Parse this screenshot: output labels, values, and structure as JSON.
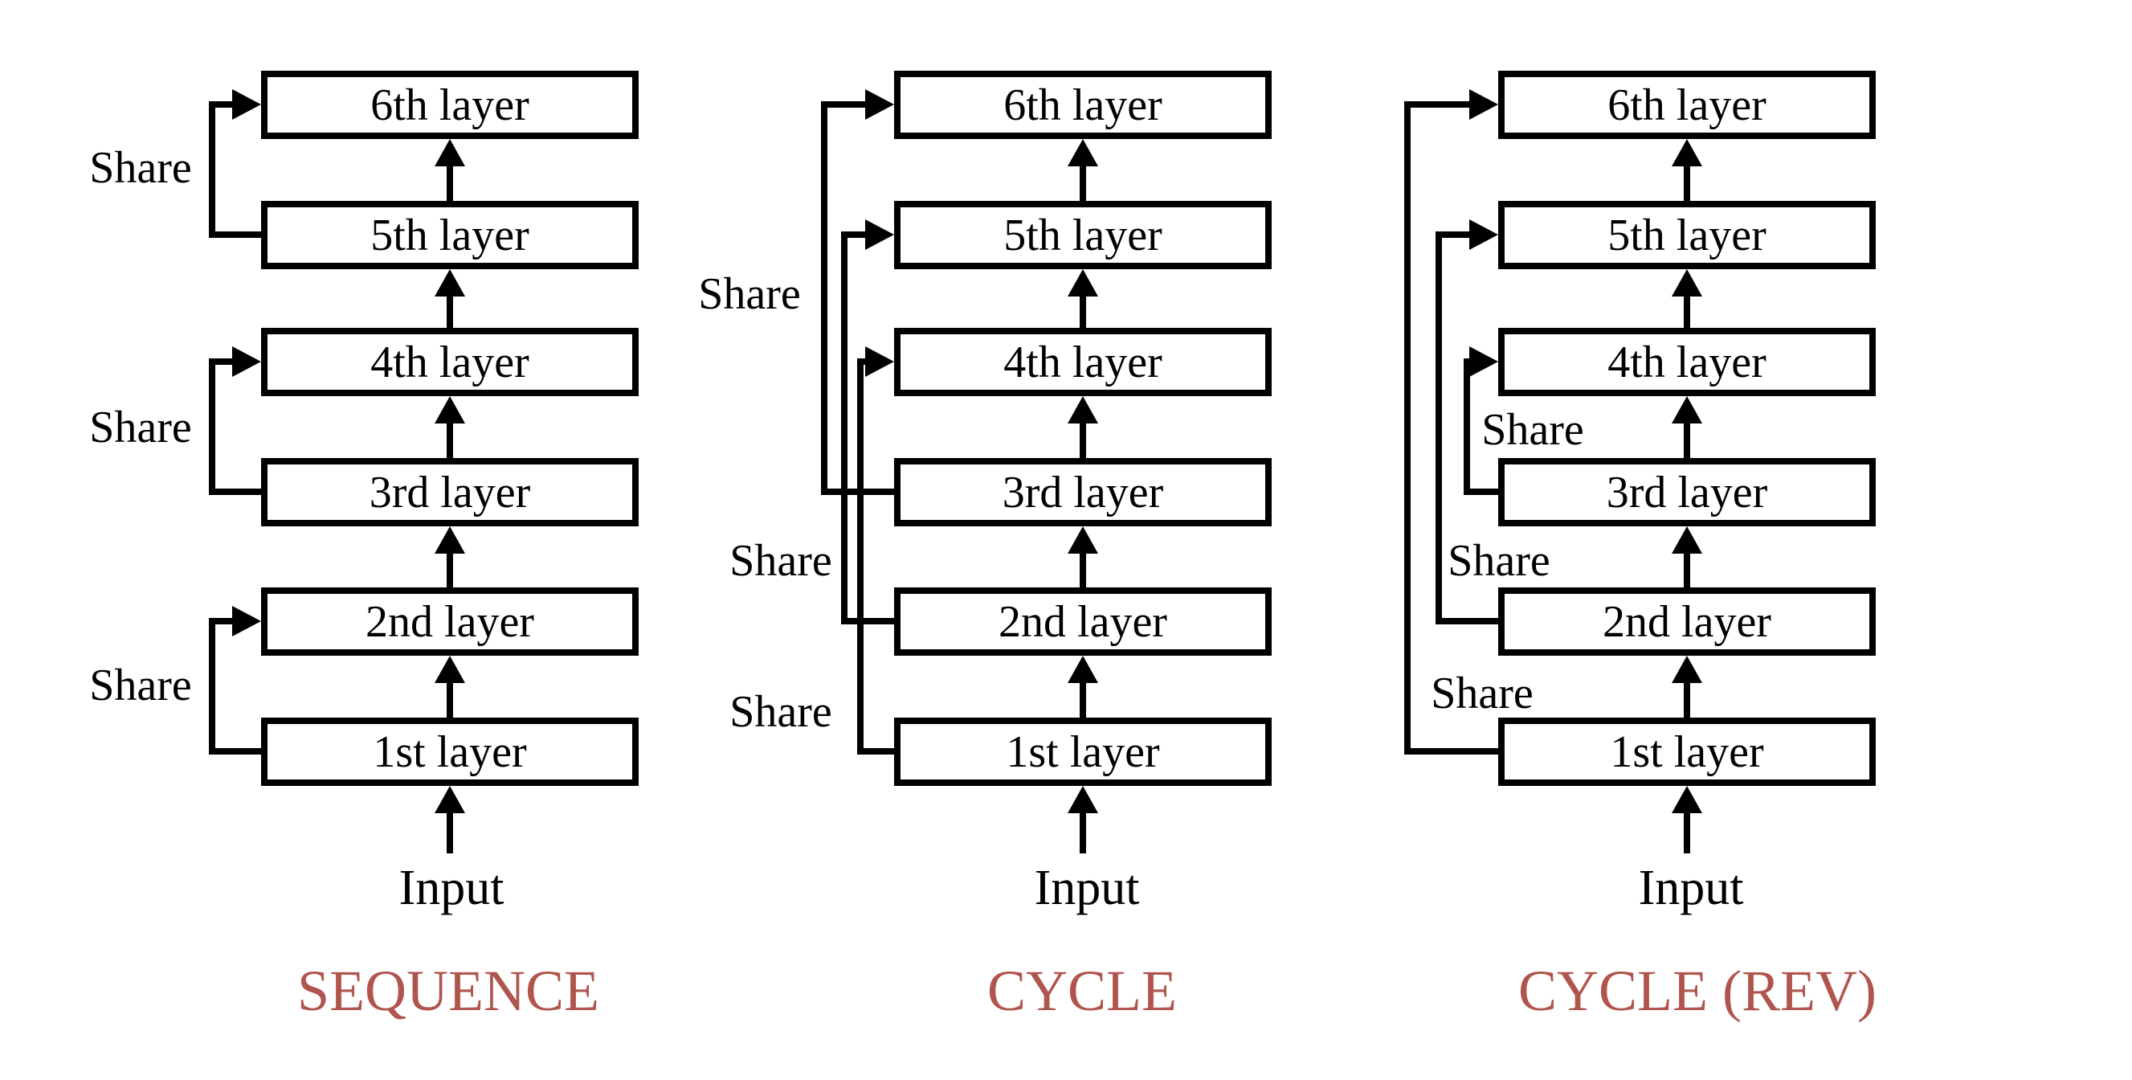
{
  "figure": {
    "background_color": "#ffffff",
    "line_color": "#000000",
    "title_color": "#b0554e"
  },
  "columns": [
    {
      "title": "SEQUENCE",
      "input_label": "Input",
      "layers": [
        "6th layer",
        "5th layer",
        "4th layer",
        "3rd layer",
        "2nd layer",
        "1st layer"
      ],
      "share_labels": [
        "Share",
        "Share",
        "Share"
      ],
      "share_links": [
        {
          "from": "5th layer",
          "to": "6th layer"
        },
        {
          "from": "3rd layer",
          "to": "4th layer"
        },
        {
          "from": "1st layer",
          "to": "2nd layer"
        }
      ]
    },
    {
      "title": "CYCLE",
      "input_label": "Input",
      "layers": [
        "6th layer",
        "5th layer",
        "4th layer",
        "3rd layer",
        "2nd layer",
        "1st layer"
      ],
      "share_labels": [
        "Share",
        "Share",
        "Share"
      ],
      "share_links": [
        {
          "from": "3rd layer",
          "to": "6th layer"
        },
        {
          "from": "2nd layer",
          "to": "5th layer"
        },
        {
          "from": "1st layer",
          "to": "4th layer"
        }
      ]
    },
    {
      "title": "CYCLE (REV)",
      "input_label": "Input",
      "layers": [
        "6th layer",
        "5th layer",
        "4th layer",
        "3rd layer",
        "2nd layer",
        "1st layer"
      ],
      "share_labels": [
        "Share",
        "Share",
        "Share"
      ],
      "share_links": [
        {
          "from": "3rd layer",
          "to": "4th layer"
        },
        {
          "from": "2nd layer",
          "to": "5th layer"
        },
        {
          "from": "1st layer",
          "to": "6th layer"
        }
      ]
    }
  ]
}
